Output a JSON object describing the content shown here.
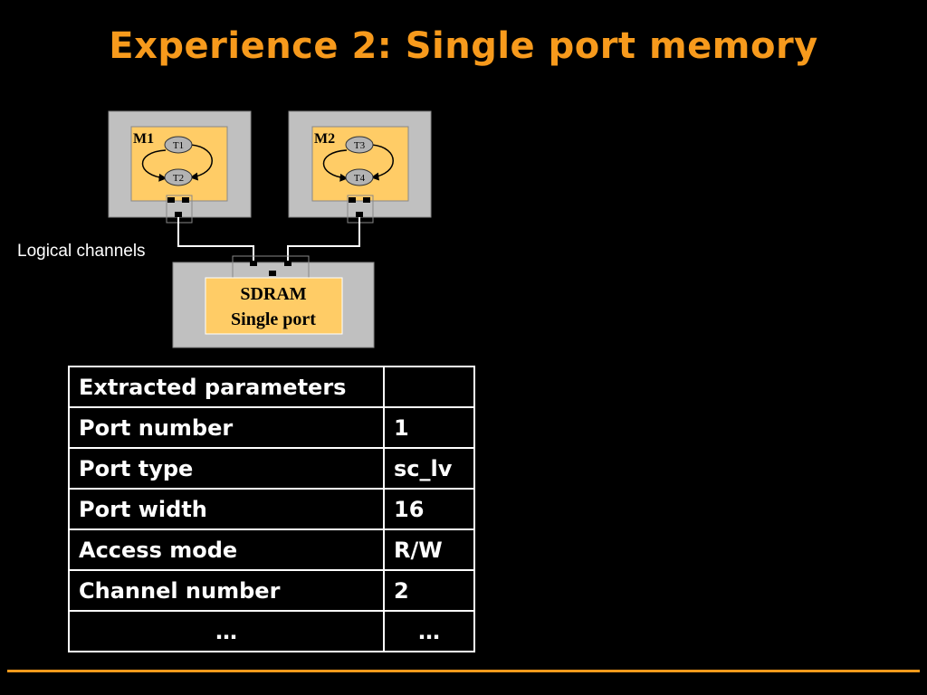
{
  "slide": {
    "title": "Experience 2: Single port memory"
  },
  "diagram": {
    "modules": [
      {
        "label": "M1",
        "threads": [
          "T1",
          "T2"
        ]
      },
      {
        "label": "M2",
        "threads": [
          "T3",
          "T4"
        ]
      }
    ],
    "channels_label": "Logical channels",
    "memory": {
      "line1": "SDRAM",
      "line2": "Single port"
    }
  },
  "table": {
    "rows": [
      {
        "param": "Extracted parameters",
        "value": ""
      },
      {
        "param": "Port number",
        "value": "1"
      },
      {
        "param": "Port type",
        "value": "sc_lv"
      },
      {
        "param": "Port width",
        "value": "16"
      },
      {
        "param": "Access mode",
        "value": "R/W"
      },
      {
        "param": "Channel number",
        "value": "2"
      },
      {
        "param": "…",
        "value": "…"
      }
    ]
  },
  "colors": {
    "accent": "#f79a1c",
    "box_gray": "#c0c0c0",
    "box_fill": "#ffcc66",
    "node_gray": "#b3b3b3"
  }
}
